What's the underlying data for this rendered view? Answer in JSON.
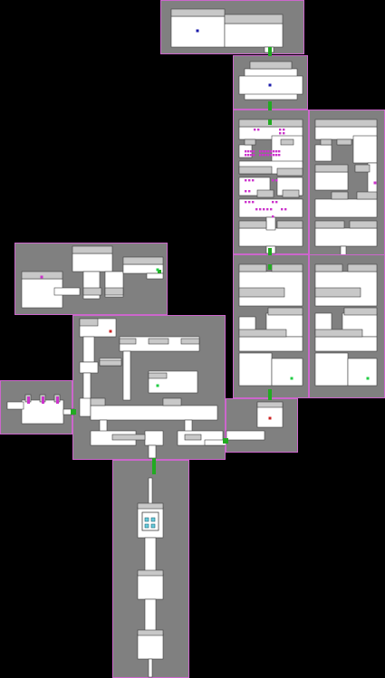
{
  "map": {
    "background": "#000000",
    "colors": {
      "room_fill": "#808080",
      "room_border": "#cc66cc",
      "floor": "#ffffff",
      "wall_top": "#c8c8c8",
      "wall_line": "#404040",
      "door": "#22aa22",
      "marker_blue": "#1a1aaa",
      "marker_red": "#cc2222",
      "marker_green": "#22cc44",
      "marker_magenta": "#cc33cc"
    },
    "rooms": [
      "room-top-1",
      "room-top-2",
      "room-tower-left",
      "room-tower-right",
      "room-lower-left",
      "room-lower-right",
      "room-west-chamber",
      "room-central-maze",
      "room-far-west",
      "room-east-link",
      "room-south-corridor"
    ],
    "markers": [
      {
        "kind": "player",
        "room": "room-top-1",
        "color_key": "marker_blue"
      },
      {
        "kind": "player",
        "room": "room-top-2",
        "color_key": "marker_blue"
      },
      {
        "kind": "enemy",
        "room": "room-central-maze",
        "color_key": "marker_red"
      },
      {
        "kind": "enemy",
        "room": "room-east-link",
        "color_key": "marker_red"
      },
      {
        "kind": "item",
        "room": "room-west-chamber",
        "color_key": "marker_green"
      },
      {
        "kind": "item",
        "room": "room-lower-left",
        "color_key": "marker_green"
      },
      {
        "kind": "item",
        "room": "room-lower-right",
        "color_key": "marker_green"
      },
      {
        "kind": "item",
        "room": "room-central-maze",
        "color_key": "marker_green"
      },
      {
        "kind": "item",
        "room": "room-west-chamber",
        "color_key": "marker_magenta"
      },
      {
        "kind": "item",
        "room": "room-tower-right",
        "color_key": "marker_magenta"
      }
    ],
    "spikes": [
      {
        "room": "room-tower-left",
        "color_key": "marker_magenta"
      }
    ]
  }
}
